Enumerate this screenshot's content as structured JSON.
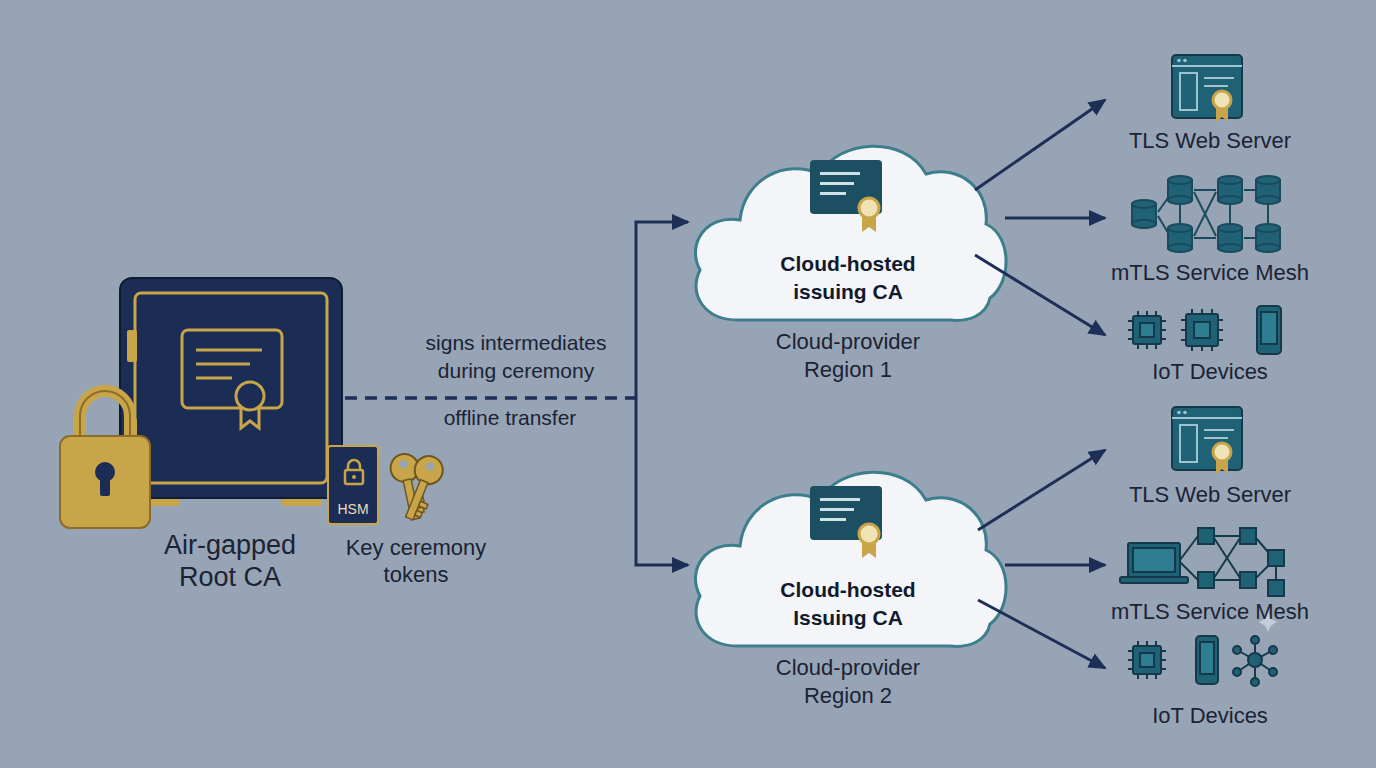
{
  "diagram": {
    "nodes": [
      {
        "text": [
          "Air-gapped Root CA"
        ]
      },
      {
        "text": [
          "HSM"
        ]
      },
      {
        "text": [
          "Cloud-hosted issuing CA",
          "Cloud-provider Region 1"
        ]
      },
      {
        "text": [
          "Cloud-hosted Issuing CA",
          "Cloud-provider Region 2"
        ]
      },
      {
        "text": [
          "TLS Web Server"
        ]
      },
      {
        "text": [
          "mTLS Service Mesh"
        ]
      },
      {
        "text": [
          "IoT Devices"
        ]
      },
      {
        "text": [
          "TLS Web Server"
        ]
      },
      {
        "text": [
          "mTLS Service Mesh"
        ]
      },
      {
        "text": [
          "IoT Devices"
        ]
      }
    ],
    "edges": [
      {
        "from": 0,
        "to": 2,
        "arrow": "to",
        "label": "signs intermediates during ceremony"
      },
      {
        "from": 0,
        "to": 3,
        "arrow": "to",
        "label": "offline transfer"
      },
      {
        "from": 2,
        "to": 4,
        "arrow": "to"
      },
      {
        "from": 2,
        "to": 5,
        "arrow": "to"
      },
      {
        "from": 2,
        "to": 6,
        "arrow": "to"
      },
      {
        "from": 3,
        "to": 7,
        "arrow": "to"
      },
      {
        "from": 3,
        "to": 8,
        "arrow": "to"
      },
      {
        "from": 3,
        "to": 9,
        "arrow": "to"
      }
    ],
    "labels": [
      "Key ceremony tokens"
    ]
  }
}
